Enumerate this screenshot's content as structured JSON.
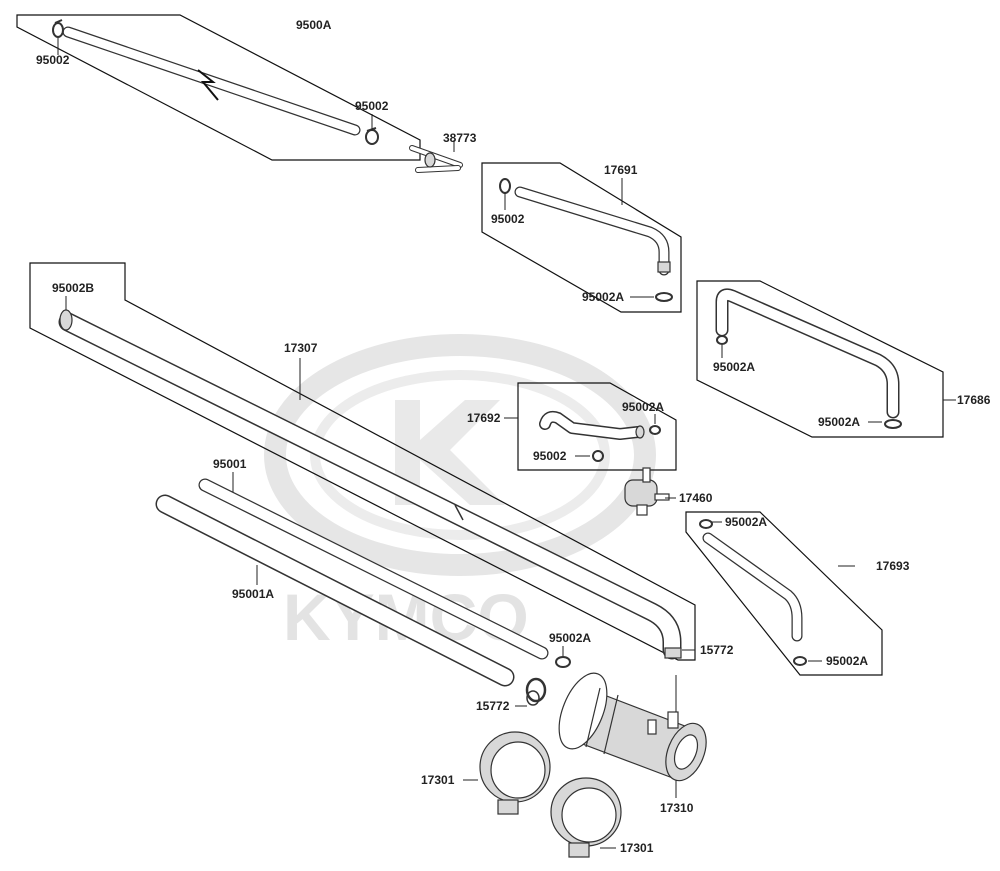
{
  "watermark": {
    "brand": "KYMCO"
  },
  "labels": {
    "l9500A": "9500A",
    "l95002_a": "95002",
    "l95002_b": "95002",
    "l38773": "38773",
    "l17691": "17691",
    "l95002_c": "95002",
    "l95002A_a": "95002A",
    "l95002B": "95002B",
    "l17307": "17307",
    "l95002A_b": "95002A",
    "l17686": "17686",
    "l95002A_c": "95002A",
    "l17692": "17692",
    "l95002A_d": "95002A",
    "l95002_d": "95002",
    "l95001": "95001",
    "l17460": "17460",
    "l95002A_e": "95002A",
    "l17693": "17693",
    "l95001A": "95001A",
    "l95002A_f": "95002A",
    "l15772_a": "15772",
    "l95002A_g": "95002A",
    "l15772_b": "15772",
    "l17301_a": "17301",
    "l17310": "17310",
    "l17301_b": "17301"
  }
}
